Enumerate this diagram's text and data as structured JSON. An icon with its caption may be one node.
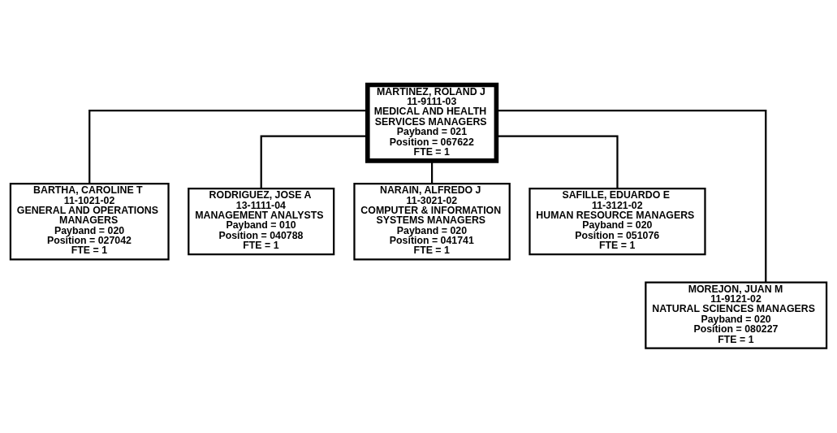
{
  "diagram": {
    "nodes": [
      {
        "text": [
          "MARTINEZ, ROLAND J",
          "11-9111-03",
          "MEDICAL AND HEALTH SERVICES MANAGERS",
          "Payband = 021",
          "Position = 067622",
          "FTE = 1"
        ]
      },
      {
        "text": [
          "BARTHA, CAROLINE T",
          "11-1021-02",
          "GENERAL AND OPERATIONS MANAGERS",
          "Payband = 020",
          "Position = 027042",
          "FTE = 1"
        ]
      },
      {
        "text": [
          "RODRIGUEZ, JOSE A",
          "13-1111-04",
          "MANAGEMENT ANALYSTS",
          "Payband = 010",
          "Position = 040788",
          "FTE = 1"
        ]
      },
      {
        "text": [
          "NARAIN, ALFREDO J",
          "11-3021-02",
          "COMPUTER & INFORMATION SYSTEMS MANAGERS",
          "Payband = 020",
          "Position = 041741",
          "FTE = 1"
        ]
      },
      {
        "text": [
          "SAFILLE, EDUARDO E",
          "11-3121-02",
          "HUMAN RESOURCE MANAGERS",
          "Payband = 020",
          "Position = 051076",
          "FTE = 1"
        ]
      },
      {
        "text": [
          "MOREJON, JUAN M",
          "11-9121-02",
          "NATURAL SCIENCES MANAGERS",
          "Payband = 020",
          "Position = 080227",
          "FTE = 1"
        ]
      }
    ],
    "edges": [
      {
        "from": 0,
        "to": 1,
        "arrow": "none"
      },
      {
        "from": 0,
        "to": 2,
        "arrow": "none"
      },
      {
        "from": 0,
        "to": 3,
        "arrow": "none"
      },
      {
        "from": 0,
        "to": 4,
        "arrow": "none"
      },
      {
        "from": 0,
        "to": 5,
        "arrow": "none"
      }
    ]
  }
}
